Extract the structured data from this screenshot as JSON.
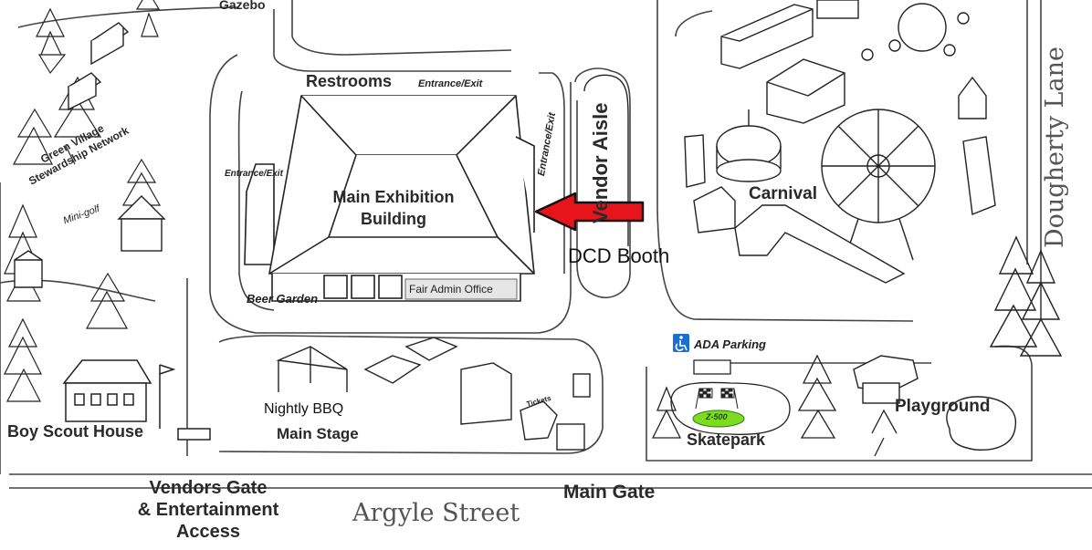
{
  "map": {
    "streets": {
      "bottom": "Argyle Street",
      "right": "Dougherty Lane"
    },
    "places": {
      "gazebo": "Gazebo",
      "restrooms": "Restrooms",
      "main_exhibition_building": "Main Exhibition\nBuilding",
      "vendor_aisle": "Vendor Aisle",
      "carnival": "Carnival",
      "beer_garden": "Beer Garden",
      "fair_admin_office": "Fair Admin Office",
      "green_village": "Green Village\nStewardship Network",
      "mini_golf": "Mini-golf",
      "nightly_bbq": "Nightly BBQ",
      "main_stage": "Main Stage",
      "boy_scout_house": "Boy Scout House",
      "vendors_gate": "Vendors Gate\n& Entertainment\nAccess",
      "main_gate": "Main Gate",
      "ada_parking": "ADA Parking",
      "skatepark": "Skatepark",
      "playground": "Playground",
      "z500": "Z-500",
      "tickets": "Tickets"
    },
    "entrances": {
      "top": "Entrance/Exit",
      "left": "Entrance/Exit",
      "right": "Entrance/Exit"
    },
    "callout": {
      "label": "DCD Booth",
      "arrow_color": "#e8141b",
      "icon": "red-arrow-icon"
    },
    "colors": {
      "ink": "#2a2a2a",
      "highlight_green": "#7ddc1f",
      "ada_blue": "#1a6fd1"
    }
  }
}
